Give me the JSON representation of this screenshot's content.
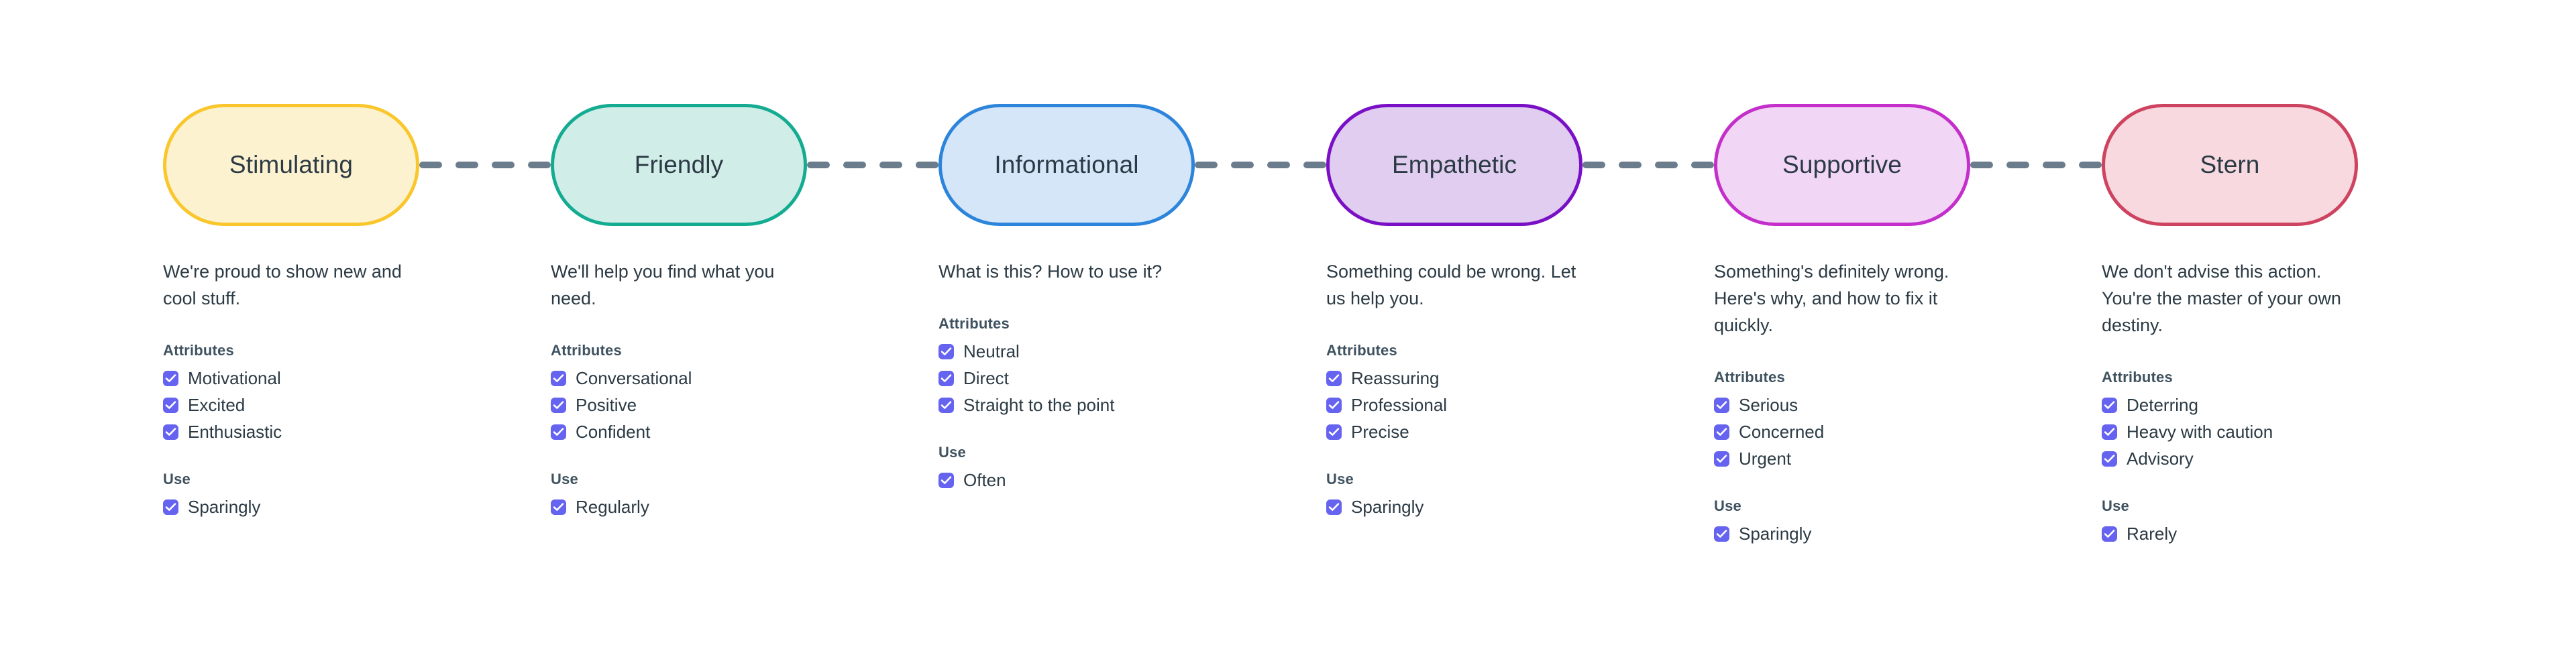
{
  "theme": {
    "background": "#ffffff",
    "text_color": "#2b3a44",
    "label_color": "#3f5260",
    "connector_color": "#6b7d8c",
    "checkbox_color": "#6563f0"
  },
  "labels": {
    "attributes_heading": "Attributes",
    "use_heading": "Use"
  },
  "tones": [
    {
      "name": "Stimulating",
      "border_color": "#f9c72c",
      "fill_color": "#fdf2d0",
      "description": "We're proud to show new and cool stuff.",
      "attributes": [
        "Motivational",
        "Excited",
        "Enthusiastic"
      ],
      "use": [
        "Sparingly"
      ]
    },
    {
      "name": "Friendly",
      "border_color": "#14ac91",
      "fill_color": "#d1ede8",
      "description": "We'll help you find what you need.",
      "attributes": [
        "Conversational",
        "Positive",
        "Confident"
      ],
      "use": [
        "Regularly"
      ]
    },
    {
      "name": "Informational",
      "border_color": "#2c84db",
      "fill_color": "#d4e6f8",
      "description": "What is this? How to use it?",
      "attributes": [
        "Neutral",
        "Direct",
        "Straight to the point"
      ],
      "use": [
        "Often"
      ]
    },
    {
      "name": "Empathetic",
      "border_color": "#7a10c6",
      "fill_color": "#e0cdf0",
      "description": "Something could be wrong. Let us help you.",
      "attributes": [
        "Reassuring",
        "Professional",
        "Precise"
      ],
      "use": [
        "Sparingly"
      ]
    },
    {
      "name": "Supportive",
      "border_color": "#c42ecb",
      "fill_color": "#f2d6f5",
      "description": "Something's definitely wrong. Here's why, and how to fix it quickly.",
      "attributes": [
        "Serious",
        "Concerned",
        "Urgent"
      ],
      "use": [
        "Sparingly"
      ]
    },
    {
      "name": "Stern",
      "border_color": "#ce4360",
      "fill_color": "#f7d9df",
      "description": "We don't advise this action. You're the master of your own destiny.",
      "attributes": [
        "Deterring",
        "Heavy with caution",
        "Advisory"
      ],
      "use": [
        "Rarely"
      ]
    }
  ],
  "connector": {
    "dash_count": 4,
    "style": "dashed"
  }
}
